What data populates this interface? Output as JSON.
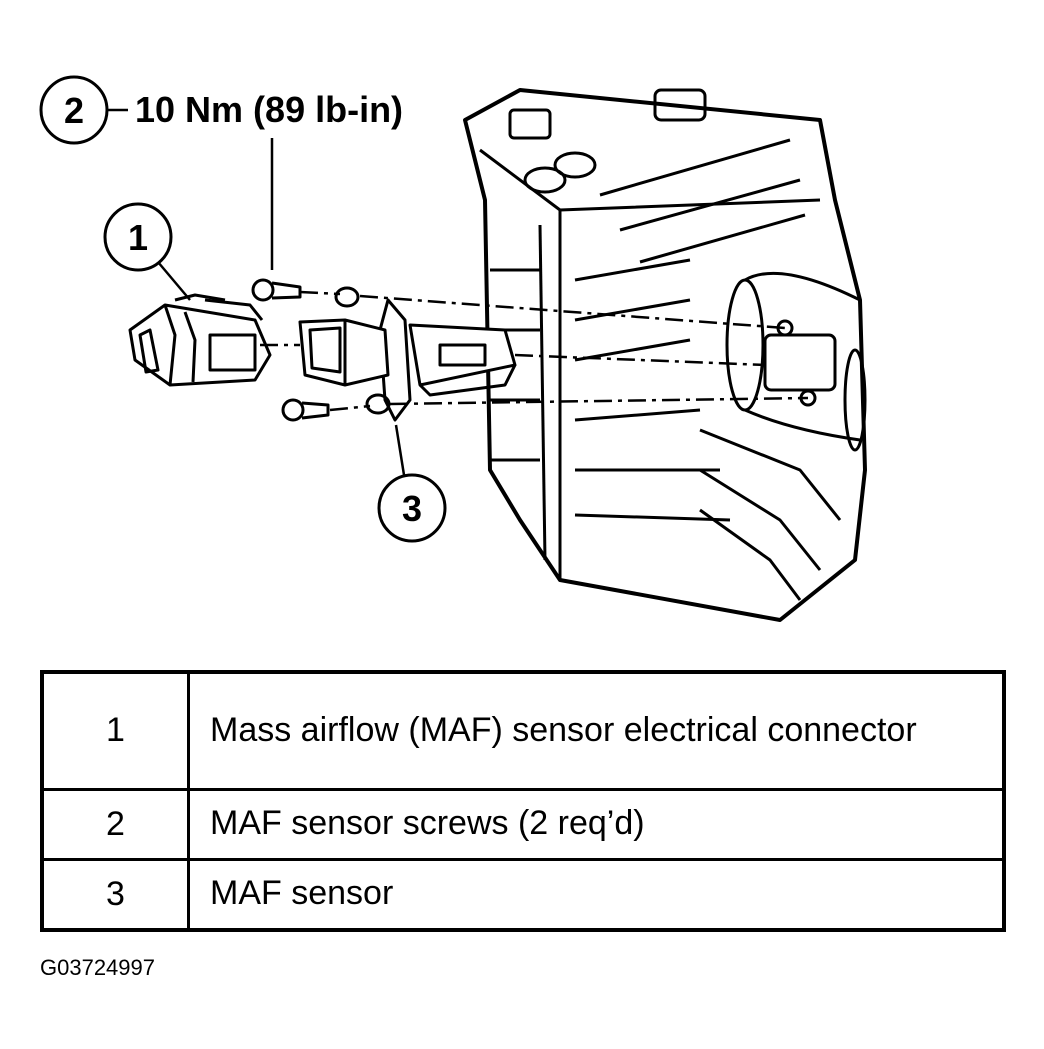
{
  "callouts": {
    "c1": "1",
    "c2": "2",
    "c3": "3",
    "torque": "10 Nm (89 lb-in)"
  },
  "legend": [
    {
      "num": "1",
      "desc": "Mass airflow (MAF) sensor electrical connector"
    },
    {
      "num": "2",
      "desc": "MAF sensor screws (2 req’d)"
    },
    {
      "num": "3",
      "desc": "MAF sensor"
    }
  ],
  "figure_id": "G03724997"
}
